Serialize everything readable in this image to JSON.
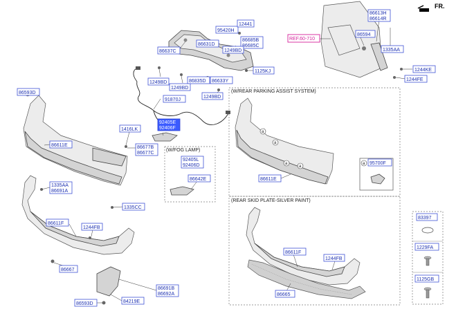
{
  "header": {
    "direction": "FR."
  },
  "sections": {
    "parking_assist": "(W/REAR PARKING ASSIST SYSTEM)",
    "fog_lamp": "(W/FOG LAMP)",
    "skid_plate": "(REAR SKID PLATE-SILVER PAINT)"
  },
  "ref_label": "REF.60-710",
  "callout_letter": "a",
  "part_numbers": {
    "p86593D_top": "86593D",
    "p86611E_main": "86611E",
    "p1416LK": "1416LK",
    "p86677B": "86677B",
    "p86677C": "86677C",
    "p92405E": "92405E",
    "p92406F": "92406F",
    "p86637C": "86637C",
    "p86631D": "86631D",
    "p95420H": "95420H",
    "p12441": "12441",
    "p86685B": "86685B",
    "p86685C": "86685C",
    "p1249BD_a": "1249BD",
    "p1125KJ": "1125KJ",
    "p1249BD_b": "1249BD",
    "p86835D": "86835D",
    "p1249BD_c": "1249BD",
    "p86633Y": "86633Y",
    "p1249BD_d": "1249BD",
    "p91870J": "91870J",
    "p86613H": "86613H",
    "p86614R": "86614R",
    "p86594": "86594",
    "p1335AA_top": "1335AA",
    "p1244KE": "1244KE",
    "p1244FE": "1244FE",
    "p92405L": "92405L",
    "p92406D": "92406D",
    "p86642E": "86642E",
    "p86611E_assist": "86611E",
    "p95700F": "95700F",
    "p1335AA": "1335AA",
    "p86691A": "86691A",
    "p1335CC": "1335CC",
    "p86611F": "86611F",
    "p1244FB": "1244FB",
    "p86667": "86667",
    "p86691B": "86691B",
    "p86692A": "86692A",
    "p84219E": "84219E",
    "p86593D_bottom": "86593D",
    "p86611F_skid": "86611F",
    "p1244FB_skid": "1244FB",
    "p86665": "86665",
    "p83397": "83397",
    "p1229FA": "1229FA",
    "p1125GB": "1125GB"
  }
}
